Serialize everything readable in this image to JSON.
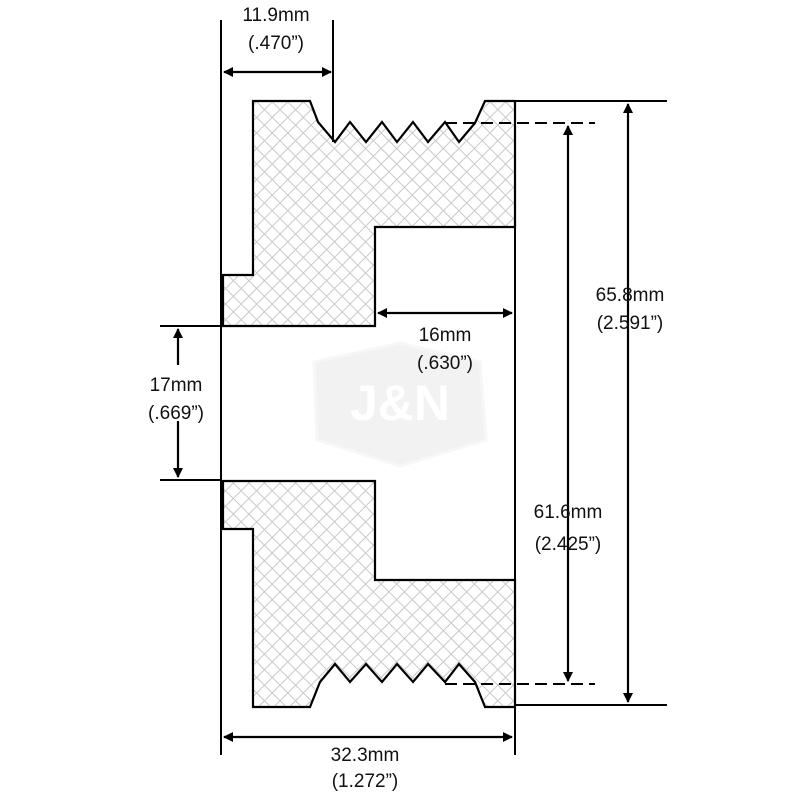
{
  "watermark": {
    "text": "J&N",
    "fill_color": "#f2f2f2"
  },
  "colors": {
    "outline": "#000000",
    "hatch": "#c9c9c9"
  },
  "dimensions": {
    "hub_width": {
      "mm": "11.9mm",
      "inch": "(.470”)"
    },
    "outer_diameter": {
      "mm": "65.8mm",
      "inch": "(2.591”)"
    },
    "groove_diameter": {
      "mm": "61.6mm",
      "inch": "(2.425”)"
    },
    "recess_depth": {
      "mm": "16mm",
      "inch": "(.630”)"
    },
    "bore": {
      "mm": "17mm",
      "inch": "(.669”)"
    },
    "overall_width": {
      "mm": "32.3mm",
      "inch": "(1.272”)"
    }
  }
}
